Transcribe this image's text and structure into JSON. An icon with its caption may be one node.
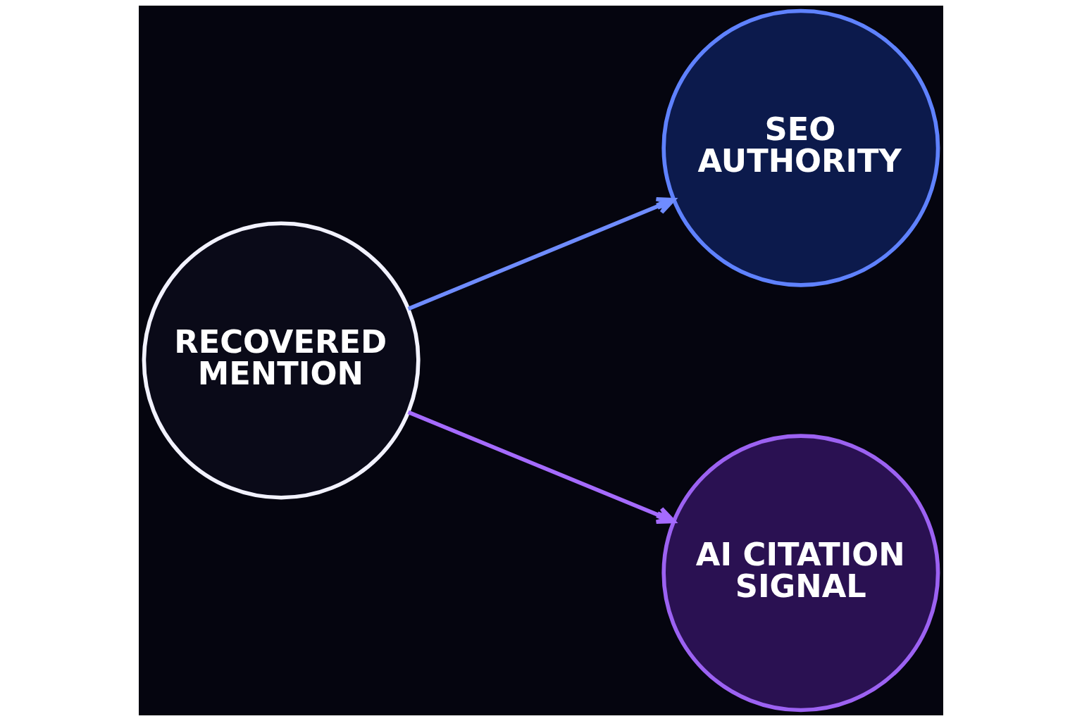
{
  "diagram": {
    "nodes": [
      {
        "text": [
          "RECOVERED MENTION"
        ]
      },
      {
        "text": [
          "SEO AUTHORITY"
        ]
      },
      {
        "text": [
          "AI CITATION SIGNAL"
        ]
      }
    ],
    "edges": [
      {
        "from": 0,
        "to": 1,
        "arrow": "to",
        "color": "#6f8cff"
      },
      {
        "from": 0,
        "to": 2,
        "arrow": "to",
        "color": "#a56bff"
      }
    ]
  }
}
